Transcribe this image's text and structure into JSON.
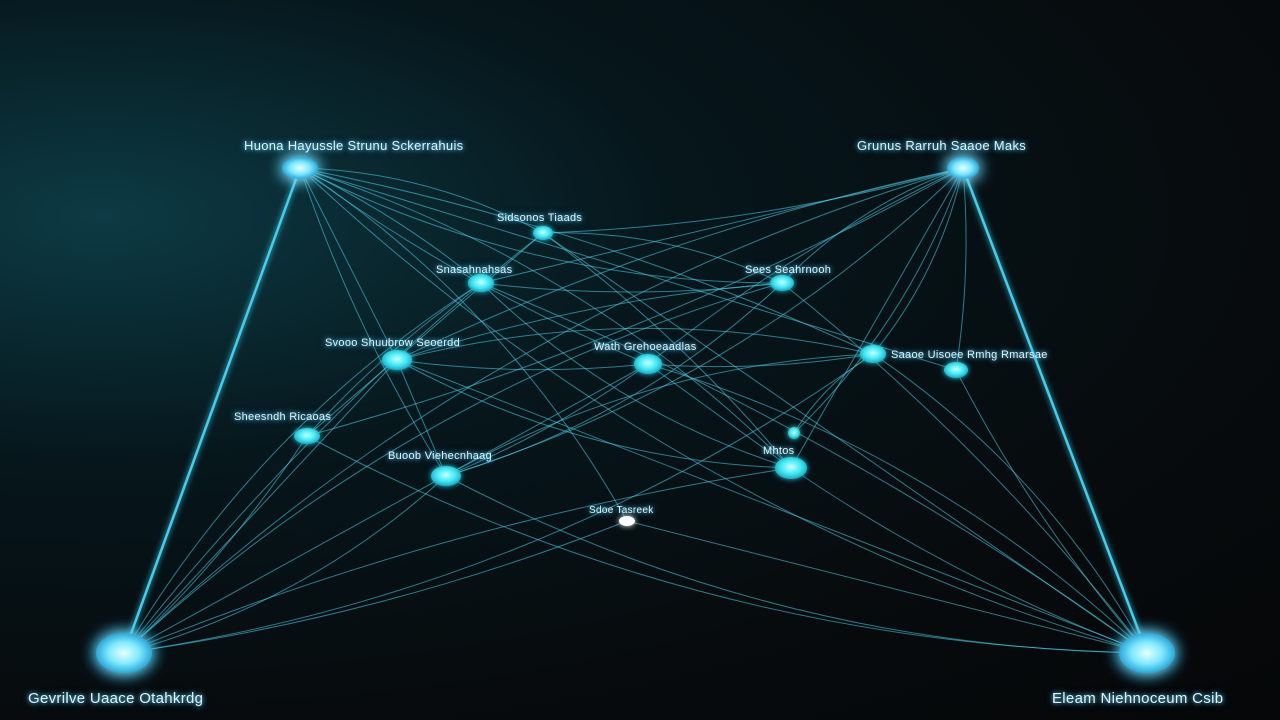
{
  "colors": {
    "background": "#070b0d",
    "edge": "#45d7f0",
    "frame": "#3fd0ee",
    "node": "#3ee8f2",
    "hub": "#7fe9ff",
    "label": "#d8f6ff",
    "white_node": "#ffffff"
  },
  "corner_labels": {
    "top_left": "Huona Hayussle Strunu Sckerrahuis",
    "top_right": "Grunus Rarruh Saaoe Maks",
    "bottom_left": "Gevrilve Uaace Otahkrdg",
    "bottom_right": "Eleam Niehnoceum Csib"
  },
  "node_labels": {
    "n1": "Sidsonos Tiaads",
    "n2": "Snasahnahsas",
    "n3": "Sees Seahrnooh",
    "n4": "Svooo Shuubrow Seoerdd",
    "n5": "Wath Grehoeaadlas",
    "n6": "Sheesndh Ricaoas",
    "n7": "Saaoe Uisoee Rmhg Rmarsae",
    "n8": "Buoob Viehecnhaag",
    "n9": "Mhtos",
    "n10": "Sdoe Tasreek"
  }
}
